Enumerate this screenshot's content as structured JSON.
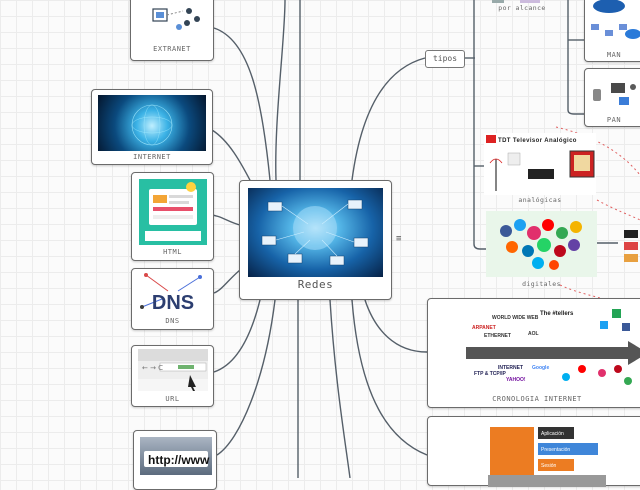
{
  "central": {
    "title": "Redes"
  },
  "left_nodes": {
    "extranet": {
      "label": "EXTRANET"
    },
    "internet": {
      "label": "INTERNET"
    },
    "html": {
      "label": "HTML"
    },
    "dns": {
      "label": "DNS",
      "logo_text": "DNS"
    },
    "url": {
      "label": "URL"
    },
    "http": {
      "logo_text": "http://www"
    }
  },
  "right_nodes": {
    "tipos": {
      "label": "tipos"
    },
    "por_alcance": {
      "label": "por alcance"
    },
    "man": {
      "label": "MAN"
    },
    "pan": {
      "label": "PAN"
    },
    "analogicas": {
      "label": "analógicas",
      "tdt_text": "TDT Televisor Analógico"
    },
    "digitales": {
      "label": "digitales"
    },
    "cronologia": {
      "label": "CRONOLOGIA INTERNET",
      "timeline_labels": [
        "ARPANET",
        "WORLD WIDE WEB",
        "ETHERNET",
        "The #tellers",
        "FTP & TCP/IP",
        "INTERNET",
        "Google",
        "YAHOO!",
        "AOL"
      ]
    },
    "bottom": {
      "box_labels": [
        "Aplicación",
        "Presentación",
        "Sesión"
      ]
    }
  },
  "colors": {
    "line": "#555f69",
    "dashed_red": "#e06060",
    "border": "#6b6b6b"
  },
  "icons": [
    "menu-icon"
  ]
}
